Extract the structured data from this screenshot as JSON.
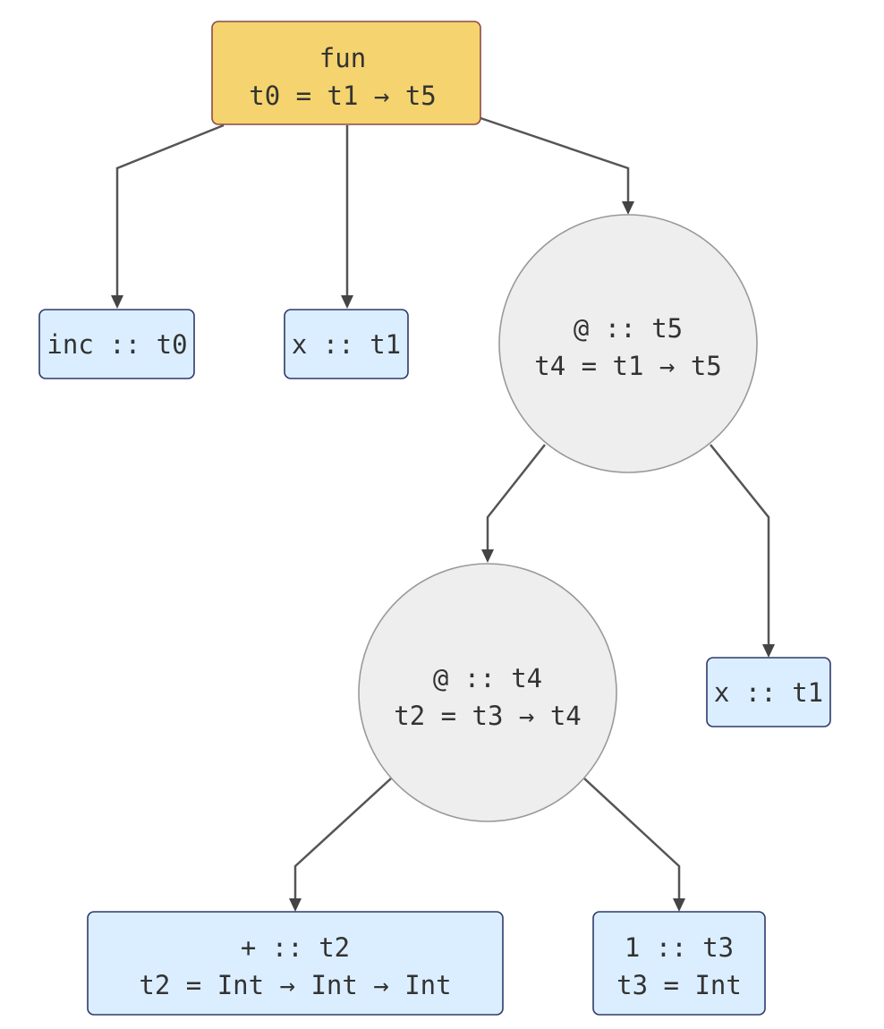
{
  "nodes": {
    "root": {
      "line1": "fun",
      "line2": "t0 = t1 → t5"
    },
    "inc": {
      "line1": "inc :: t0"
    },
    "x_left": {
      "line1": "x :: t1"
    },
    "app5": {
      "line1": "@ :: t5",
      "line2": "t4 = t1 → t5"
    },
    "app4": {
      "line1": "@ :: t4",
      "line2": "t2 = t3 → t4"
    },
    "x_right": {
      "line1": "x :: t1"
    },
    "plus": {
      "line1": "+ :: t2",
      "line2": "t2 = Int → Int → Int"
    },
    "one": {
      "line1": "1 :: t3",
      "line2": "t3 = Int"
    }
  },
  "colors": {
    "root_fill": "#f5d36e",
    "leaf_fill": "#dbeeff",
    "app_fill": "#eeeeee",
    "edge": "#555555"
  }
}
